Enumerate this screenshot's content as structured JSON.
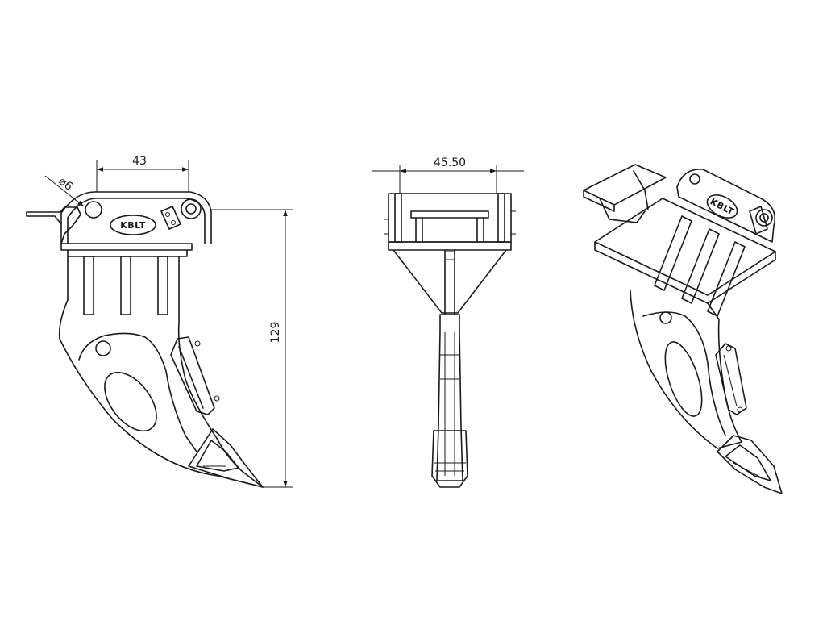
{
  "side_view": {
    "dim_width": "43",
    "dim_hole": "⌀6",
    "dim_height": "129",
    "logo": "KBLT"
  },
  "front_view": {
    "dim_width": "45.50"
  },
  "iso_view": {
    "logo": "KBLT"
  }
}
